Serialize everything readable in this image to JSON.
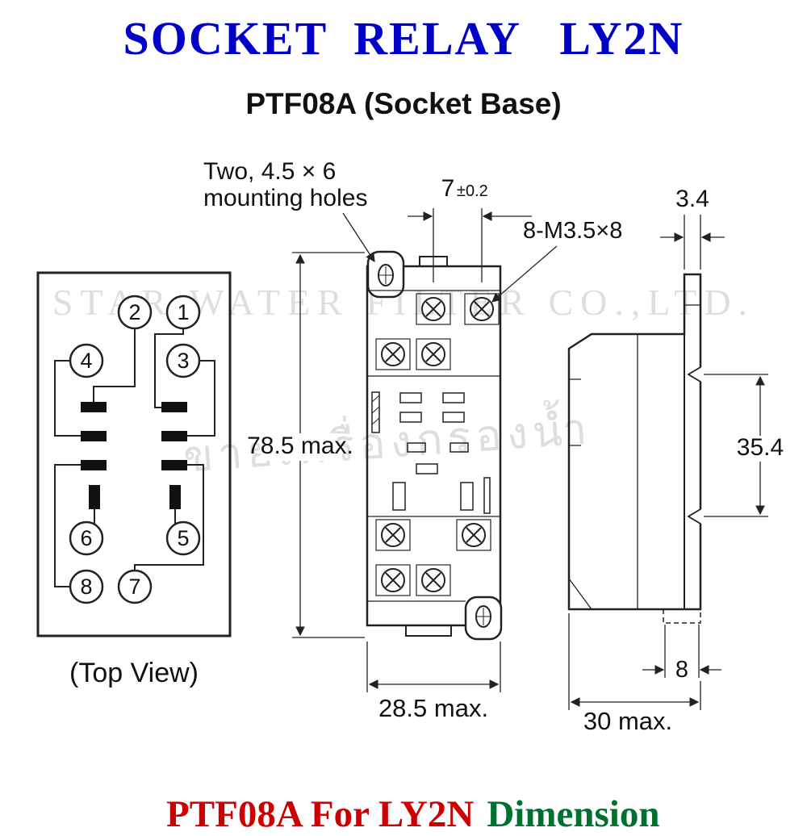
{
  "page": {
    "title": "SOCKET  RELAY   LY2N",
    "subtitle": "PTF08A (Socket Base)",
    "footer_red": "PTF08A For LY2N",
    "footer_green": "Dimension",
    "colors": {
      "title_blue": "#0000C8",
      "footer_red": "#CC0000",
      "footer_green": "#007030",
      "line": "#222222"
    }
  },
  "watermark": {
    "line1": "STAR WATER FILTER CO.,LTD.",
    "line2": "ขายเครื่องกรองน้ำ"
  },
  "top_view": {
    "label": "(Top View)",
    "pins": [
      "1",
      "2",
      "3",
      "4",
      "5",
      "6",
      "7",
      "8"
    ]
  },
  "front_view": {
    "mounting_note_line1": "Two, 4.5 × 6",
    "mounting_note_line2": "mounting holes",
    "dim_pitch_main": "7",
    "dim_pitch_tol": "±0.2",
    "screw_label": "8-M3.5×8",
    "dim_height": "78.5 max.",
    "dim_width": "28.5 max."
  },
  "side_view": {
    "dim_top_width": "3.4",
    "dim_rail_height": "35.4",
    "dim_foot_width": "8",
    "dim_depth": "30 max."
  }
}
